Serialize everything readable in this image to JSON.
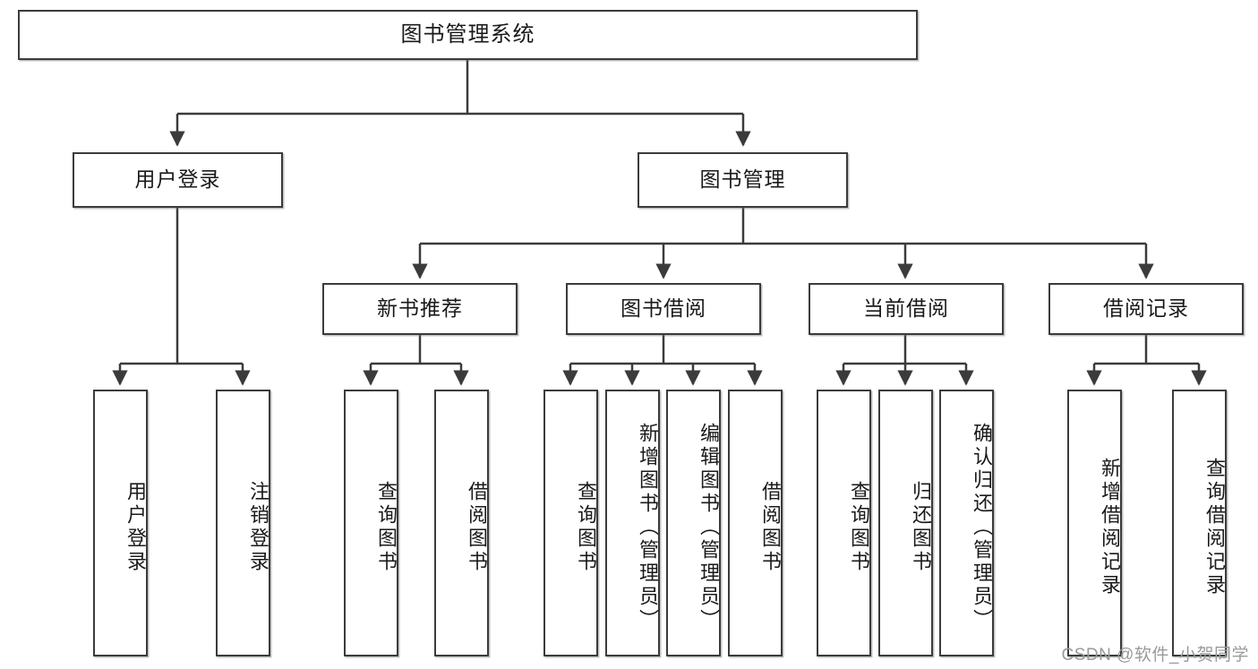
{
  "diagram": {
    "type": "tree",
    "title_node": "图书管理系统",
    "watermark": "CSDN @软件_小贺同学",
    "colors": {
      "stroke": "#3b3b3b",
      "fill": "#ffffff",
      "text": "#1a1a1a",
      "watermark": "#9a9a9a"
    }
  },
  "nodes": {
    "root": {
      "label": "图书管理系统"
    },
    "level2": [
      {
        "id": "user-login",
        "label": "用户登录"
      },
      {
        "id": "book-manage",
        "label": "图书管理"
      }
    ],
    "level3": [
      {
        "id": "new-book-rec",
        "label": "新书推荐"
      },
      {
        "id": "book-borrow",
        "label": "图书借阅"
      },
      {
        "id": "current-borrow",
        "label": "当前借阅"
      },
      {
        "id": "borrow-record",
        "label": "借阅记录"
      }
    ],
    "leaves": {
      "user_login": [
        {
          "id": "leaf-user-login",
          "label": "用户登录"
        },
        {
          "id": "leaf-logout-login",
          "label": "注销登录"
        }
      ],
      "new_book_rec": [
        {
          "id": "leaf-query-book-1",
          "label": "查询图书"
        },
        {
          "id": "leaf-borrow-book-1",
          "label": "借阅图书"
        }
      ],
      "book_borrow": [
        {
          "id": "leaf-query-book-2",
          "label": "查询图书"
        },
        {
          "id": "leaf-add-book",
          "label": "新增图书（管理员）"
        },
        {
          "id": "leaf-edit-book",
          "label": "编辑图书（管理员）"
        },
        {
          "id": "leaf-borrow-book-2",
          "label": "借阅图书"
        }
      ],
      "current_borrow": [
        {
          "id": "leaf-query-book-3",
          "label": "查询图书"
        },
        {
          "id": "leaf-return-book",
          "label": "归还图书"
        },
        {
          "id": "leaf-confirm-return",
          "label": "确认归还（管理员）"
        }
      ],
      "borrow_record": [
        {
          "id": "leaf-add-record",
          "label": "新增借阅记录"
        },
        {
          "id": "leaf-query-record",
          "label": "查询借阅记录"
        }
      ]
    }
  }
}
